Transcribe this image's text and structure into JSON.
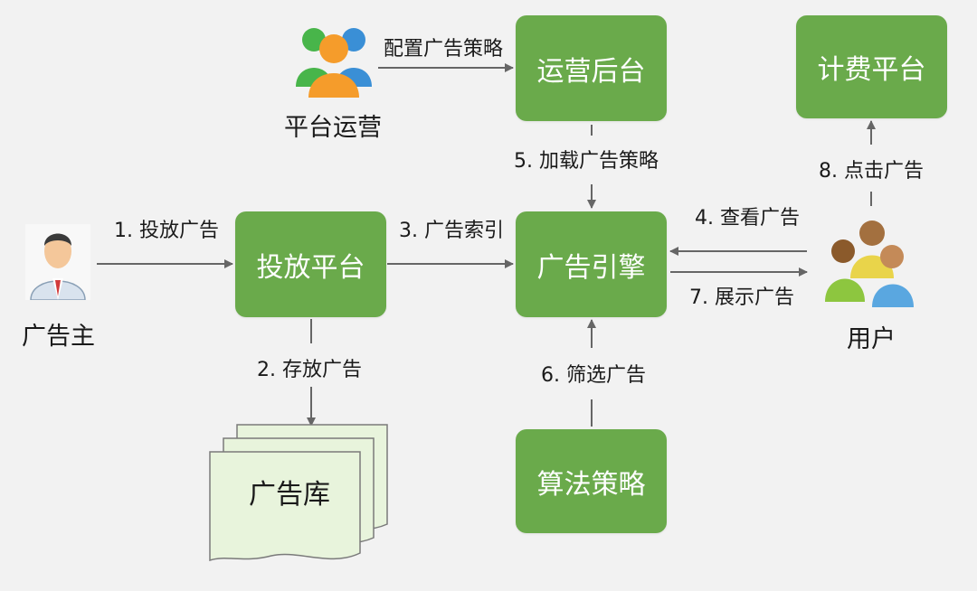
{
  "nodes": {
    "ops_backend": "运营后台",
    "billing": "计费平台",
    "delivery": "投放平台",
    "ad_engine": "广告引擎",
    "algorithm": "算法策略",
    "ad_library": "广告库"
  },
  "actors": {
    "platform_ops": "平台运营",
    "advertiser": "广告主",
    "user": "用户"
  },
  "edges": {
    "config_strategy": "配置广告策略",
    "step1": "1. 投放广告",
    "step2": "2. 存放广告",
    "step3": "3. 广告索引",
    "step4": "4. 查看广告",
    "step5": "5. 加载广告策略",
    "step6": "6. 筛选广告",
    "step7": "7. 展示广告",
    "step8": "8. 点击广告"
  },
  "colors": {
    "node_fill": "#6aaa4b",
    "node_text": "#ffffff",
    "arrow": "#666666",
    "library_fill": "#e8f4dc",
    "library_stroke": "#7a7a7a",
    "background": "#f2f2f2"
  }
}
